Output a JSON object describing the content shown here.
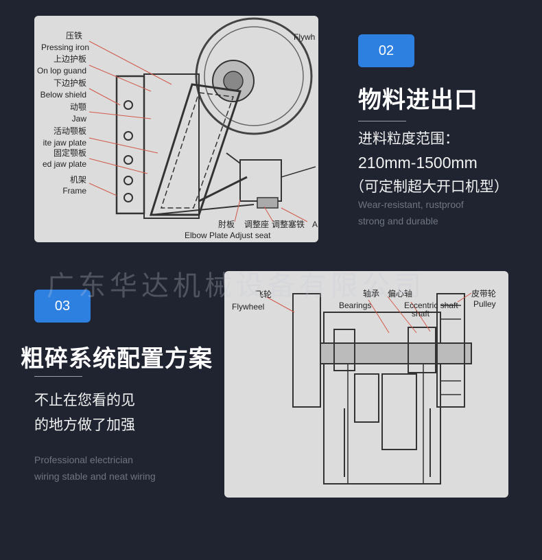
{
  "section2": {
    "badge": "02",
    "title": "物料进出口",
    "line1": "进料粒度范围：",
    "line2": "210mm-1500mm",
    "line3": "（可定制超大开口机型）",
    "en1": "Wear-resistant, rustproof",
    "en2": "strong and durable"
  },
  "section3": {
    "badge": "03",
    "title": "粗碎系统配置方案",
    "line1": "不止在您看的见",
    "line2": "的地方做了加强",
    "en1": "Professional electrician",
    "en2": "wiring stable and neat wiring"
  },
  "watermark": "广东华达机械设备有限公司",
  "diagram1": {
    "labels": [
      {
        "cn": "压铁",
        "en": "Pressing iron"
      },
      {
        "cn": "上边护板",
        "en": "On lop guand"
      },
      {
        "cn": "下边护板",
        "en": "Below shield"
      },
      {
        "cn": "动颚",
        "en": "Jaw"
      },
      {
        "cn": "活动颚板",
        "en": "ite jaw plate"
      },
      {
        "cn": "固定颚板",
        "en": "ed jaw plate"
      },
      {
        "cn": "机架",
        "en": "Frame"
      }
    ],
    "flywheel": "Flywh",
    "bottom_cn": [
      "肘板",
      "调整座",
      "调整塞铁"
    ],
    "bottom_en": "Elbow Plate  Adjust  seat",
    "right_letter": "A"
  },
  "diagram2": {
    "flywheel_cn": "飞轮",
    "flywheel_en": "Flywheel",
    "bearings_cn": "轴承",
    "bearings_en": "Bearings",
    "shaft_cn": "偏心轴",
    "shaft_en": "Eccentric shaft",
    "shaft_en2": "shaft",
    "pulley_cn": "皮带轮",
    "pulley_en": "Pulley"
  }
}
